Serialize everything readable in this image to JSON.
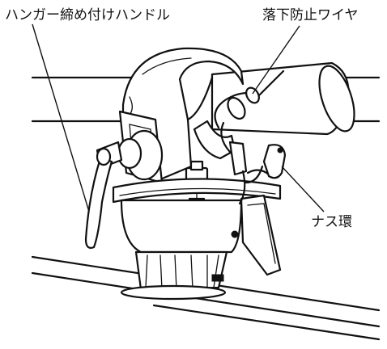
{
  "labels": {
    "hanger_handle": "ハンガー締め付けハンドル",
    "fall_prevention_wire": "落下防止ワイヤ",
    "snap_hook": "ナス環"
  }
}
